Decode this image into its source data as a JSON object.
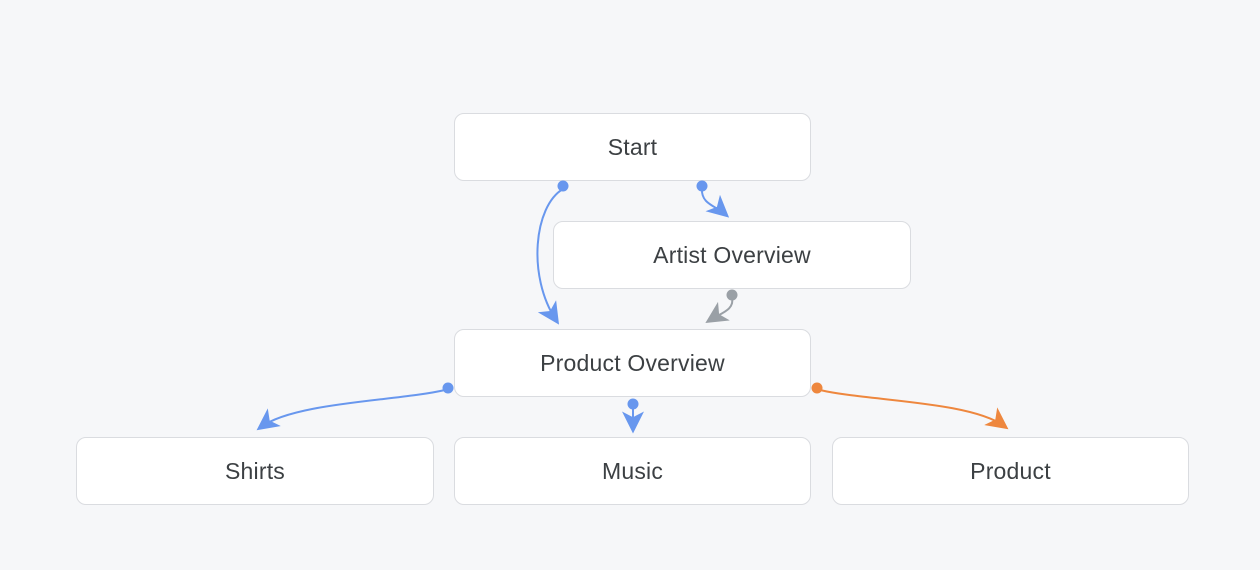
{
  "diagram": {
    "background": "#f6f7f9",
    "node_style": {
      "fill": "#ffffff",
      "border": "#dadce0",
      "text": "#3c4043"
    },
    "colors": {
      "blue": "#6897ee",
      "gray": "#9aa0a6",
      "orange": "#ee873e"
    },
    "nodes": {
      "start": {
        "label": "Start"
      },
      "artist_overview": {
        "label": "Artist Overview"
      },
      "product_overview": {
        "label": "Product Overview"
      },
      "shirts": {
        "label": "Shirts"
      },
      "music": {
        "label": "Music"
      },
      "product": {
        "label": "Product"
      }
    },
    "edges": [
      {
        "id": "start-to-product-overview",
        "from": "Start",
        "to": "Product Overview",
        "color": "blue"
      },
      {
        "id": "start-to-artist-overview",
        "from": "Start",
        "to": "Artist Overview",
        "color": "blue"
      },
      {
        "id": "artist-overview-to-product-overview",
        "from": "Artist Overview",
        "to": "Product Overview",
        "color": "gray"
      },
      {
        "id": "product-overview-to-shirts",
        "from": "Product Overview",
        "to": "Shirts",
        "color": "blue"
      },
      {
        "id": "product-overview-to-music",
        "from": "Product Overview",
        "to": "Music",
        "color": "blue"
      },
      {
        "id": "product-overview-to-product",
        "from": "Product Overview",
        "to": "Product",
        "color": "orange"
      }
    ]
  }
}
